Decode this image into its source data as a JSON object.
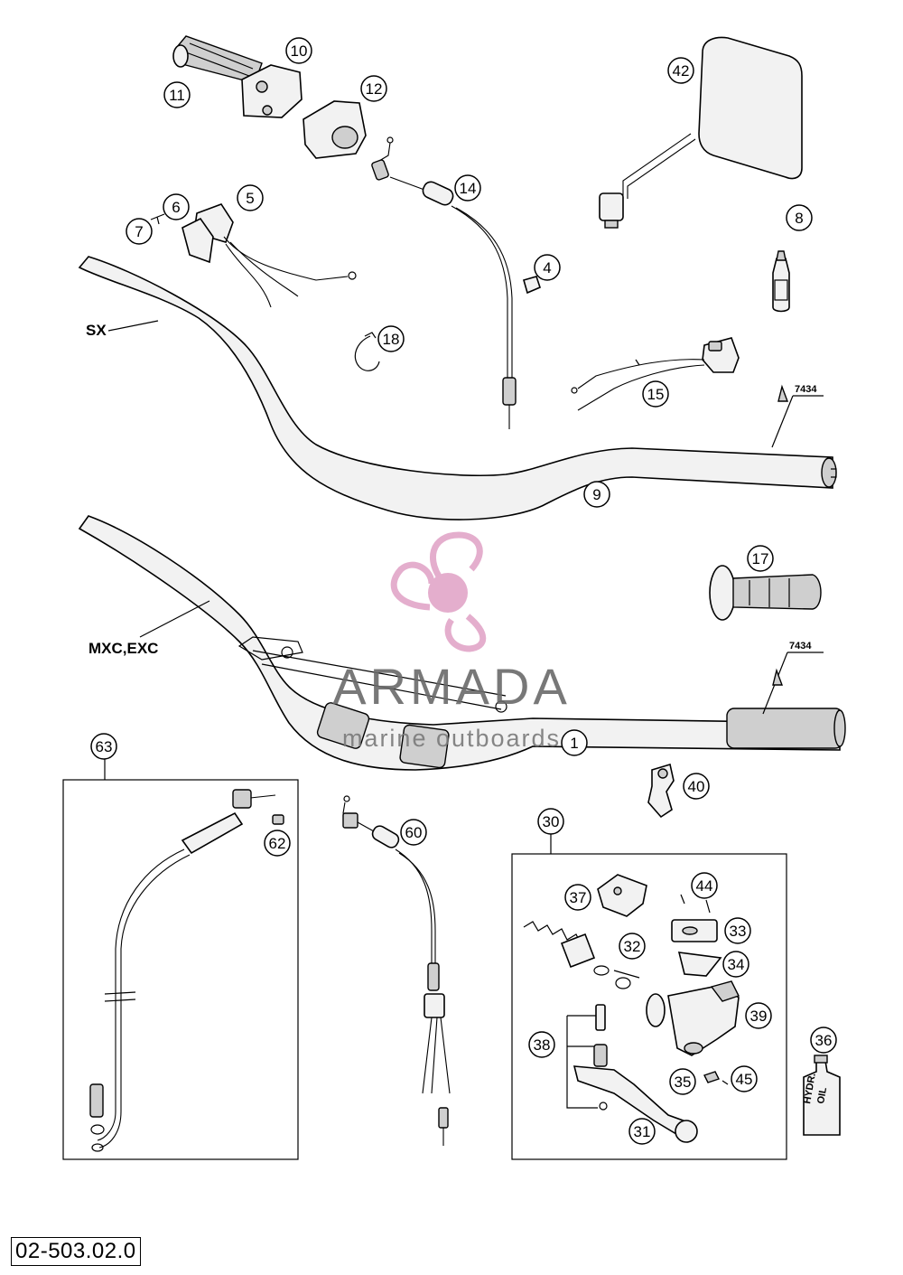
{
  "diagram": {
    "code": "02-503.02.0",
    "variant_labels": {
      "sx": "SX",
      "mxc_exc": "MXC,EXC"
    },
    "reference_number": "7434",
    "callouts": [
      "1",
      "4",
      "5",
      "6",
      "7",
      "8",
      "9",
      "10",
      "11",
      "12",
      "14",
      "15",
      "17",
      "18",
      "30",
      "31",
      "32",
      "33",
      "34",
      "35",
      "36",
      "37",
      "38",
      "39",
      "40",
      "42",
      "44",
      "45",
      "60",
      "62",
      "63"
    ],
    "bottle_labels": {
      "hydr_oil_line1": "HYDR.",
      "hydr_oil_line2": "OIL"
    }
  },
  "watermark": {
    "brand": "ARMADA",
    "tagline": "marine outboards",
    "colors": {
      "logo": "#e2a6c8",
      "text": "#6a6a6a"
    }
  }
}
